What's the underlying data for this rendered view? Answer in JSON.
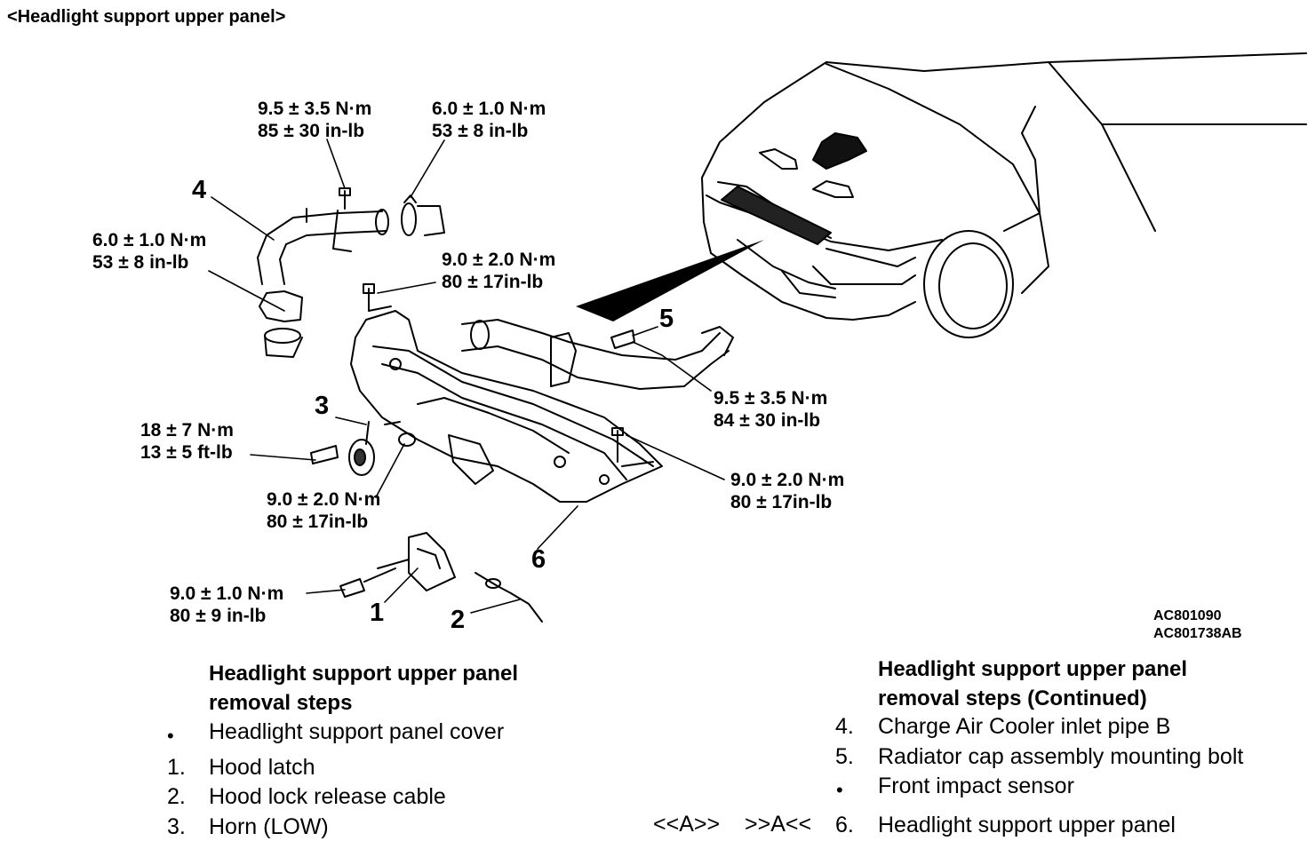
{
  "header": "<Headlight support upper panel>",
  "torques": {
    "t_top_left": [
      "9.5 ± 3.5 N·m",
      "85 ± 30 in-lb"
    ],
    "t_top_right": [
      "6.0 ± 1.0 N·m",
      "53 ± 8 in-lb"
    ],
    "t_left_clamp": [
      "6.0 ± 1.0 N·m",
      "53 ± 8 in-lb"
    ],
    "t_panel_top": [
      "9.0 ± 2.0 N·m",
      "80 ± 17in-lb"
    ],
    "t_horn": [
      "18 ± 7 N·m",
      "13 ± 5 ft-lb"
    ],
    "t_panel_left": [
      "9.0 ± 2.0 N·m",
      "80 ± 17in-lb"
    ],
    "t_radiator": [
      "9.5 ± 3.5 N·m",
      "84 ± 30 in-lb"
    ],
    "t_panel_right": [
      "9.0 ± 2.0 N·m",
      "80 ± 17in-lb"
    ],
    "t_latch": [
      "9.0 ± 1.0 N·m",
      "80 ± 9 in-lb"
    ]
  },
  "callouts": {
    "c1": "1",
    "c2": "2",
    "c3": "3",
    "c4": "4",
    "c5": "5",
    "c6": "6"
  },
  "codes": [
    "AC801090",
    "AC801738AB"
  ],
  "steps_left": {
    "title": [
      "Headlight support upper panel",
      "removal steps"
    ],
    "items": [
      {
        "num": "•",
        "text": "Headlight support panel cover"
      },
      {
        "num": "1.",
        "text": "Hood latch"
      },
      {
        "num": "2.",
        "text": "Hood lock release cable"
      },
      {
        "num": "3.",
        "text": "Horn (LOW)"
      }
    ]
  },
  "steps_right": {
    "title": [
      "Headlight support upper panel",
      "removal steps (Continued)"
    ],
    "items": [
      {
        "num": "4.",
        "text": "Charge Air Cooler inlet pipe B"
      },
      {
        "num": "5.",
        "text": "Radiator cap assembly mounting bolt"
      },
      {
        "num": "•",
        "text": "Front impact sensor"
      },
      {
        "num": "6.",
        "text": "Headlight support upper panel"
      }
    ],
    "marks": [
      "<<A>>",
      ">>A<<"
    ]
  }
}
